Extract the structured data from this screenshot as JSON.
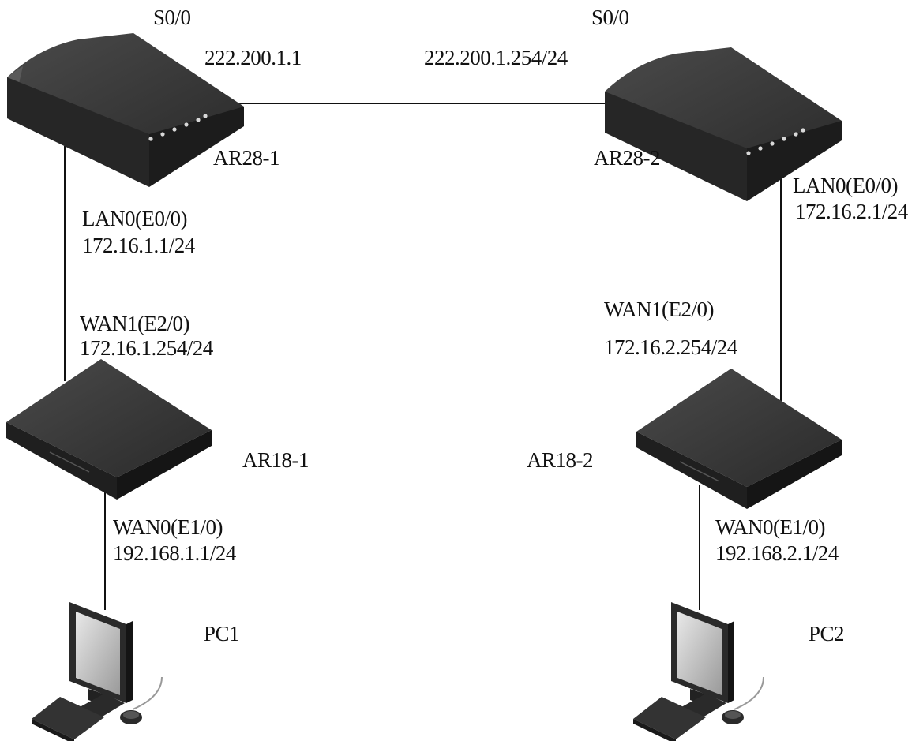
{
  "routers": {
    "ar28_1": {
      "name": "AR28-1",
      "serial_port": "S0/0",
      "serial_ip": "222.200.1.1",
      "lan_port": "LAN0(E0/0)",
      "lan_ip": "172.16.1.1/24"
    },
    "ar28_2": {
      "name": "AR28-2",
      "serial_port": "S0/0",
      "serial_ip": "222.200.1.254/24",
      "lan_port": "LAN0(E0/0)",
      "lan_ip": "172.16.2.1/24"
    },
    "ar18_1": {
      "name": "AR18-1",
      "wan1_port": "WAN1(E2/0)",
      "wan1_ip": "172.16.1.254/24",
      "wan0_port": "WAN0(E1/0)",
      "wan0_ip": "192.168.1.1/24"
    },
    "ar18_2": {
      "name": "AR18-2",
      "wan1_port": "WAN1(E2/0)",
      "wan1_ip": "172.16.2.254/24",
      "wan0_port": "WAN0(E1/0)",
      "wan0_ip": "192.168.2.1/24"
    }
  },
  "pcs": {
    "pc1": "PC1",
    "pc2": "PC2"
  },
  "icons": {
    "router_large": "router-ar28-icon",
    "router_small": "router-ar18-icon",
    "pc": "desktop-computer-icon"
  },
  "colors": {
    "device_top": "#3a3a3a",
    "device_side": "#1e1e1e",
    "link": "#111111",
    "background": "#ffffff"
  }
}
